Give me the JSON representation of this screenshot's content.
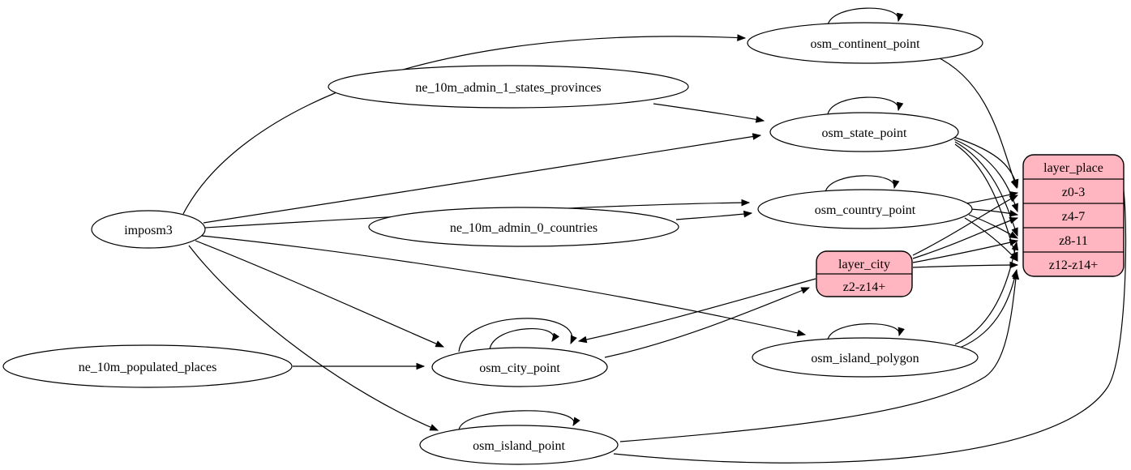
{
  "diagram": {
    "type": "graphviz-etl-flow",
    "background": "#ffffff",
    "node_fill": "#ffffff",
    "node_stroke": "#000000",
    "edge_color": "#000000",
    "record_fill": "#ffb6c1",
    "nodes": {
      "imposm3": {
        "label": "imposm3",
        "shape": "ellipse"
      },
      "ne_10m_admin_1_states_provinces": {
        "label": "ne_10m_admin_1_states_provinces",
        "shape": "ellipse"
      },
      "ne_10m_admin_0_countries": {
        "label": "ne_10m_admin_0_countries",
        "shape": "ellipse"
      },
      "ne_10m_populated_places": {
        "label": "ne_10m_populated_places",
        "shape": "ellipse"
      },
      "osm_continent_point": {
        "label": "osm_continent_point",
        "shape": "ellipse"
      },
      "osm_state_point": {
        "label": "osm_state_point",
        "shape": "ellipse"
      },
      "osm_country_point": {
        "label": "osm_country_point",
        "shape": "ellipse"
      },
      "osm_city_point": {
        "label": "osm_city_point",
        "shape": "ellipse"
      },
      "osm_island_polygon": {
        "label": "osm_island_polygon",
        "shape": "ellipse"
      },
      "osm_island_point": {
        "label": "osm_island_point",
        "shape": "ellipse"
      }
    },
    "records": {
      "layer_place": {
        "title": "layer_place",
        "rows": [
          "z0-3",
          "z4-7",
          "z8-11",
          "z12-z14+"
        ]
      },
      "layer_city": {
        "title": "layer_city",
        "rows": [
          "z2-z14+"
        ]
      }
    },
    "edges": [
      {
        "from": "imposm3",
        "to": "osm_continent_point"
      },
      {
        "from": "imposm3",
        "to": "osm_state_point"
      },
      {
        "from": "imposm3",
        "to": "osm_country_point"
      },
      {
        "from": "imposm3",
        "to": "osm_city_point"
      },
      {
        "from": "imposm3",
        "to": "osm_island_polygon"
      },
      {
        "from": "imposm3",
        "to": "osm_island_point"
      },
      {
        "from": "ne_10m_admin_1_states_provinces",
        "to": "osm_state_point"
      },
      {
        "from": "ne_10m_admin_0_countries",
        "to": "osm_country_point"
      },
      {
        "from": "ne_10m_populated_places",
        "to": "osm_city_point"
      },
      {
        "from": "osm_continent_point",
        "to": "osm_continent_point",
        "self": true
      },
      {
        "from": "osm_state_point",
        "to": "osm_state_point",
        "self": true
      },
      {
        "from": "osm_country_point",
        "to": "osm_country_point",
        "self": true
      },
      {
        "from": "osm_city_point",
        "to": "osm_city_point",
        "self": true
      },
      {
        "from": "osm_city_point",
        "to": "osm_city_point",
        "self": true
      },
      {
        "from": "osm_island_polygon",
        "to": "osm_island_polygon",
        "self": true
      },
      {
        "from": "osm_island_point",
        "to": "osm_island_point",
        "self": true
      },
      {
        "from": "osm_continent_point",
        "to": "layer_place",
        "port": "z0-3"
      },
      {
        "from": "osm_state_point",
        "to": "layer_place",
        "port": "z0-3"
      },
      {
        "from": "osm_state_point",
        "to": "layer_place",
        "port": "z4-7"
      },
      {
        "from": "osm_state_point",
        "to": "layer_place",
        "port": "z8-11"
      },
      {
        "from": "osm_state_point",
        "to": "layer_place",
        "port": "z12-z14+"
      },
      {
        "from": "osm_country_point",
        "to": "layer_place",
        "port": "z0-3"
      },
      {
        "from": "osm_country_point",
        "to": "layer_place",
        "port": "z4-7"
      },
      {
        "from": "osm_country_point",
        "to": "layer_place",
        "port": "z8-11"
      },
      {
        "from": "osm_country_point",
        "to": "layer_place",
        "port": "z12-z14+"
      },
      {
        "from": "osm_city_point",
        "to": "layer_city",
        "port": "z2-z14+"
      },
      {
        "from": "layer_city",
        "to": "osm_city_point"
      },
      {
        "from": "layer_city",
        "to": "layer_place",
        "port": "z0-3"
      },
      {
        "from": "layer_city",
        "to": "layer_place",
        "port": "z4-7"
      },
      {
        "from": "layer_city",
        "to": "layer_place",
        "port": "z8-11"
      },
      {
        "from": "layer_city",
        "to": "layer_place",
        "port": "z12-z14+"
      },
      {
        "from": "osm_island_polygon",
        "to": "layer_place",
        "port": "z8-11"
      },
      {
        "from": "osm_island_polygon",
        "to": "layer_place",
        "port": "z12-z14+"
      },
      {
        "from": "osm_island_point",
        "to": "layer_place",
        "port": "z12-z14+"
      },
      {
        "from": "osm_island_point",
        "to": "layer_place"
      }
    ]
  }
}
